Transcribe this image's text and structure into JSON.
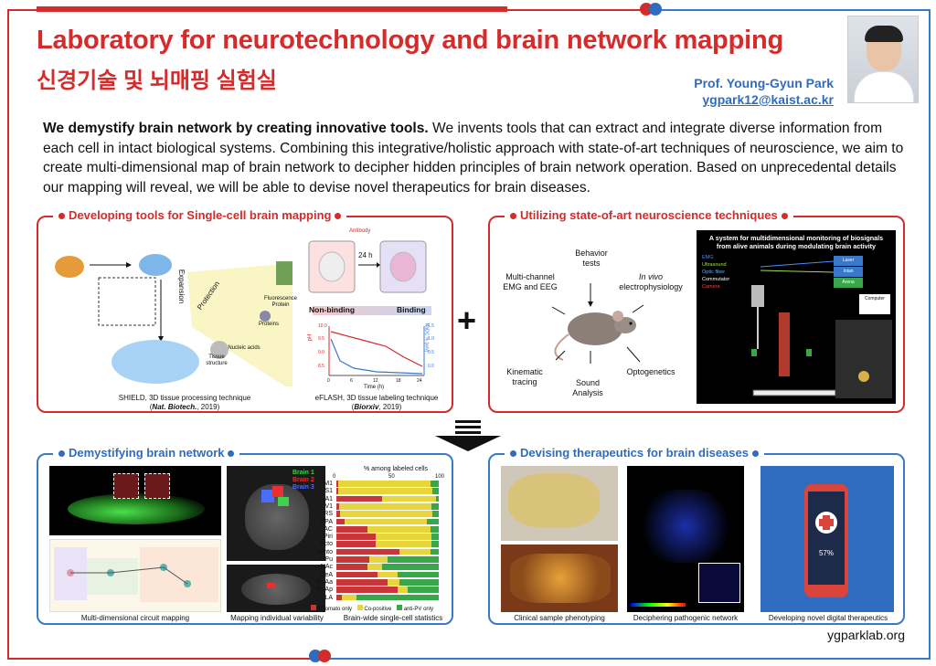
{
  "header": {
    "title": "Laboratory for neurotechnology and brain network mapping",
    "subtitle": "신경기술 및 뇌매핑 실험실",
    "prof_name": "Prof. Young-Gyun Park",
    "prof_email": "ygpark12@kaist.ac.kr"
  },
  "intro": {
    "bold": "We demystify brain network by creating innovative tools.",
    "text": " We invents tools that can extract and integrate diverse information from each cell in intact biological systems. Combining this integrative/holistic approach with state-of-art techniques of neuroscience, we aim to create multi-dimensional map of brain network to decipher hidden principles of brain network operation. Based on unprecedental details our mapping will reveal, we will be able to devise novel therapeutics for brain diseases."
  },
  "panel_tools": {
    "title": "Developing tools for Single-cell brain mapping",
    "expansion": "Expansion",
    "protection": "Protection",
    "fluorescence": "Fluorescence Protein",
    "proteins": "Proteins",
    "nucleic": "Nucleic acids",
    "tissue": "Tissue structure",
    "antibody": "Antibody",
    "hours": "24 h",
    "nonbinding": "Non-binding",
    "binding": "Binding",
    "time_label": "Time (h)",
    "ph_label": "pH",
    "nadc_label": "NaDC % (w/v)",
    "ph_ticks": [
      "10.0",
      "9.5",
      "9.0",
      "8.5"
    ],
    "time_ticks": [
      "0",
      "6",
      "12",
      "18",
      "24"
    ],
    "nadc_ticks": [
      "1.5",
      "1.0",
      "0.5",
      "0.0"
    ],
    "shield_caption": "SHIELD, 3D tissue processing technique",
    "shield_cite_journal": "Nat. Biotech.",
    "shield_cite_year": ", 2019)",
    "eflash_caption": "eFLASH, 3D tissue labeling technique",
    "eflash_cite_journal": "Biorxiv",
    "eflash_cite_year": ", 2019)",
    "paren_open": "("
  },
  "panel_techniques": {
    "title": "Utilizing state-of-art neuroscience techniques",
    "behavior": "Behavior tests",
    "multichannel": "Multi-channel EMG and EEG",
    "invivo_italic": "In vivo",
    "invivo_rest": "electrophysiology",
    "kinematic": "Kinematic tracing",
    "sound": "Sound Analysis",
    "optogenetics": "Optogenetics",
    "system_title": "A system for multidimensional monitoring of biosignals from alive animals during modulating brain activity",
    "legend": [
      "EMG",
      "Ultrasound",
      "Optic fiber",
      "Commutator",
      "Camera"
    ],
    "legend_colors": [
      "#4a8cff",
      "#9fe04a",
      "#5fb3ff",
      "#ffffff",
      "#ff4040"
    ],
    "box_labels": [
      "Laser",
      "Intan",
      "Arena"
    ],
    "computer": "Computer"
  },
  "panel_demystify": {
    "title": "Demystifying brain network",
    "caption1": "Multi-dimensional circuit mapping",
    "caption2": "Mapping individual variability",
    "caption3": "Brain-wide single-cell statistics",
    "brain_labels": [
      "Brain 1",
      "Brain 2",
      "Brain 3"
    ],
    "brain_colors": [
      "#3fd14a",
      "#e83030",
      "#4a6cff"
    ],
    "chart_title": "% among labeled cells",
    "chart_ticks": [
      "0",
      "50",
      "100"
    ],
    "legend": [
      "tdTomato only",
      "Co-positive",
      "anti-PV only"
    ],
    "legend_colors": [
      "#c8363a",
      "#e6d63c",
      "#3aa64a"
    ]
  },
  "chart_data": {
    "type": "bar",
    "title": "% among labeled cells",
    "xlim": [
      0,
      100
    ],
    "categories": [
      "M1",
      "S1",
      "A1",
      "V1",
      "RS",
      "PPA",
      "AC",
      "Piri",
      "Ecto",
      "lEnto",
      "CPu",
      "NAc",
      "CeA",
      "BLAa",
      "BLAp",
      "LA"
    ],
    "series": [
      {
        "name": "tdTomato only",
        "values": [
          2,
          2,
          45,
          3,
          4,
          8,
          30,
          38,
          38,
          62,
          32,
          30,
          40,
          50,
          60,
          5
        ]
      },
      {
        "name": "Co-positive",
        "values": [
          90,
          92,
          52,
          90,
          90,
          80,
          62,
          55,
          55,
          30,
          18,
          15,
          20,
          12,
          10,
          15
        ]
      },
      {
        "name": "anti-PV only",
        "values": [
          8,
          6,
          3,
          7,
          6,
          12,
          8,
          7,
          7,
          8,
          50,
          55,
          40,
          38,
          30,
          80
        ]
      }
    ]
  },
  "panel_therapeutics": {
    "title": "Devising therapeutics for brain diseases",
    "caption1": "Clinical sample phenotyping",
    "caption2": "Deciphering pathogenic network",
    "caption3": "Developing novel digital therapeutics",
    "phone_percent": "57%"
  },
  "footer": {
    "site": "ygparklab.org"
  }
}
